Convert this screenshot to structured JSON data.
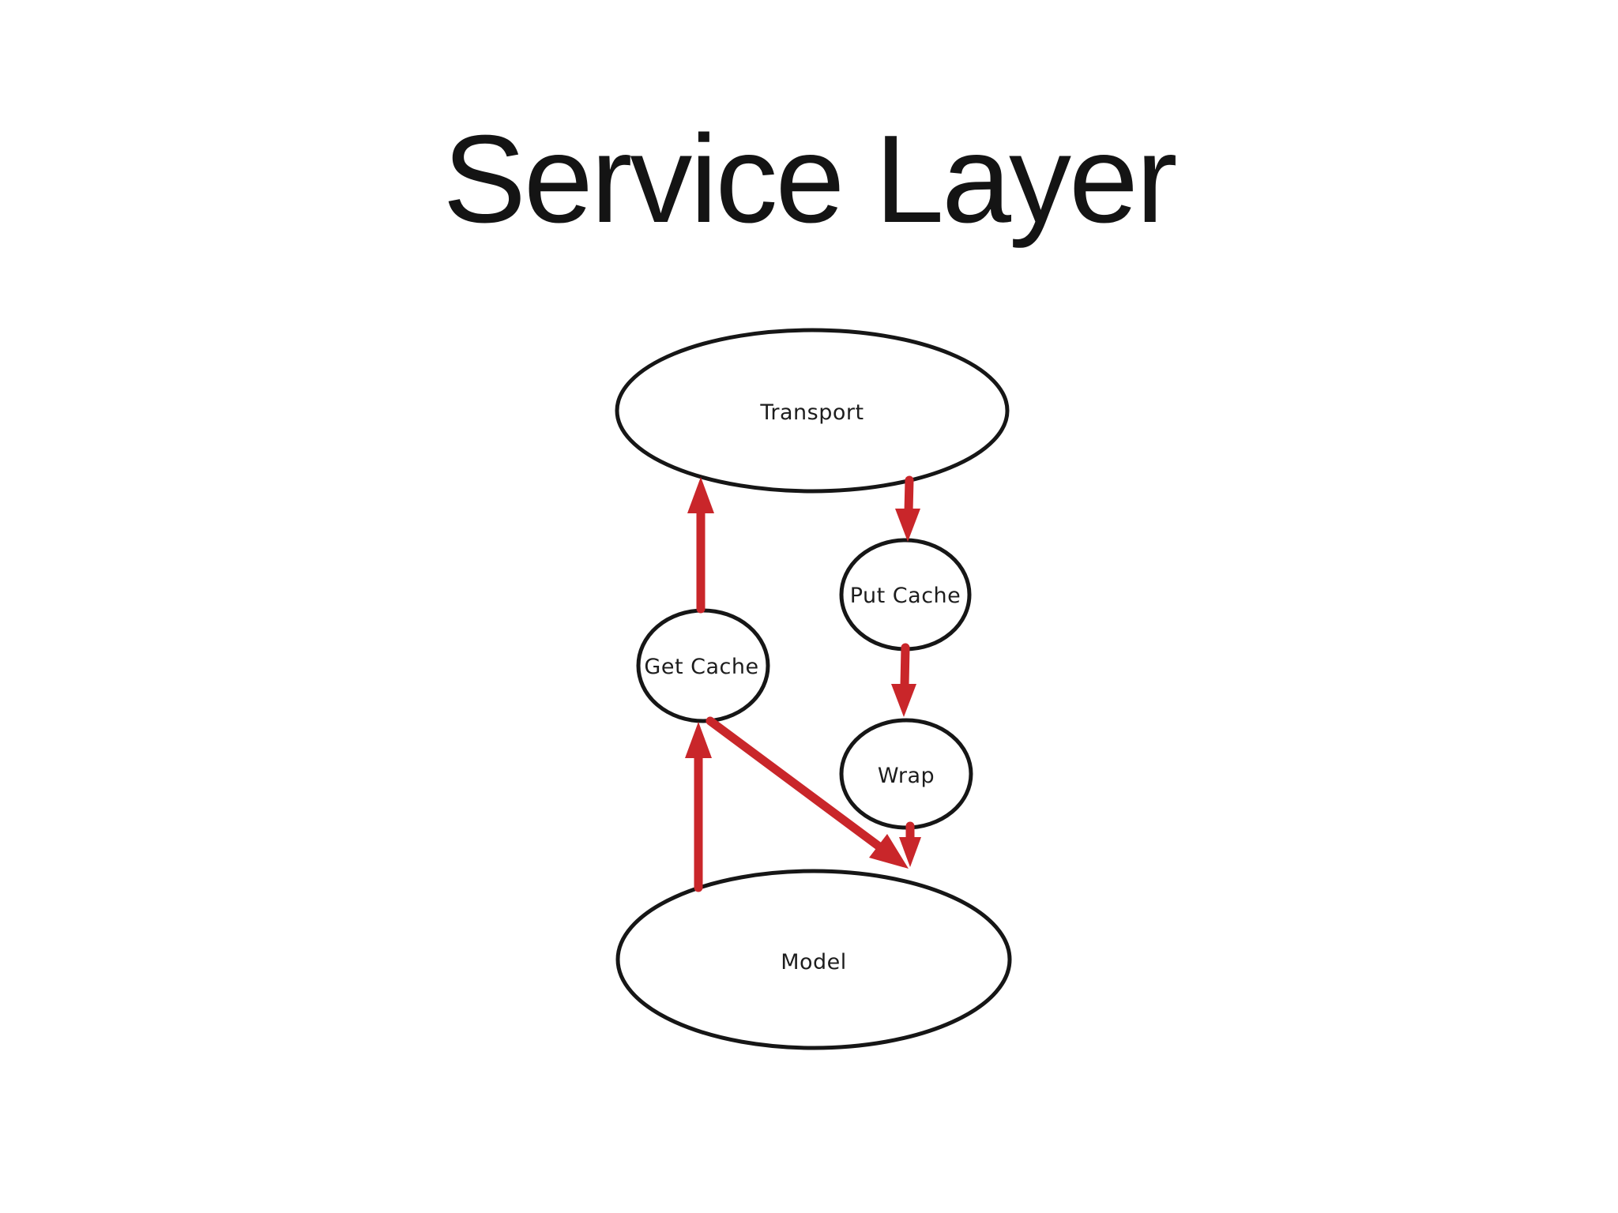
{
  "title": "Service Layer",
  "diagram": {
    "nodes": [
      {
        "id": "transport",
        "label": "Transport",
        "shape": "ellipse"
      },
      {
        "id": "put-cache",
        "label": "Put Cache",
        "shape": "circle"
      },
      {
        "id": "get-cache",
        "label": "Get Cache",
        "shape": "circle"
      },
      {
        "id": "wrap",
        "label": "Wrap",
        "shape": "circle"
      },
      {
        "id": "model",
        "label": "Model",
        "shape": "ellipse"
      }
    ],
    "edges": [
      {
        "from": "get-cache",
        "to": "transport"
      },
      {
        "from": "transport",
        "to": "put-cache"
      },
      {
        "from": "put-cache",
        "to": "wrap"
      },
      {
        "from": "wrap",
        "to": "model"
      },
      {
        "from": "get-cache",
        "to": "model"
      },
      {
        "from": "model",
        "to": "get-cache"
      }
    ],
    "colors": {
      "arrow": "#c9262a",
      "node_stroke": "#161616",
      "text": "#1d1d1d",
      "background": "#ffffff"
    }
  }
}
